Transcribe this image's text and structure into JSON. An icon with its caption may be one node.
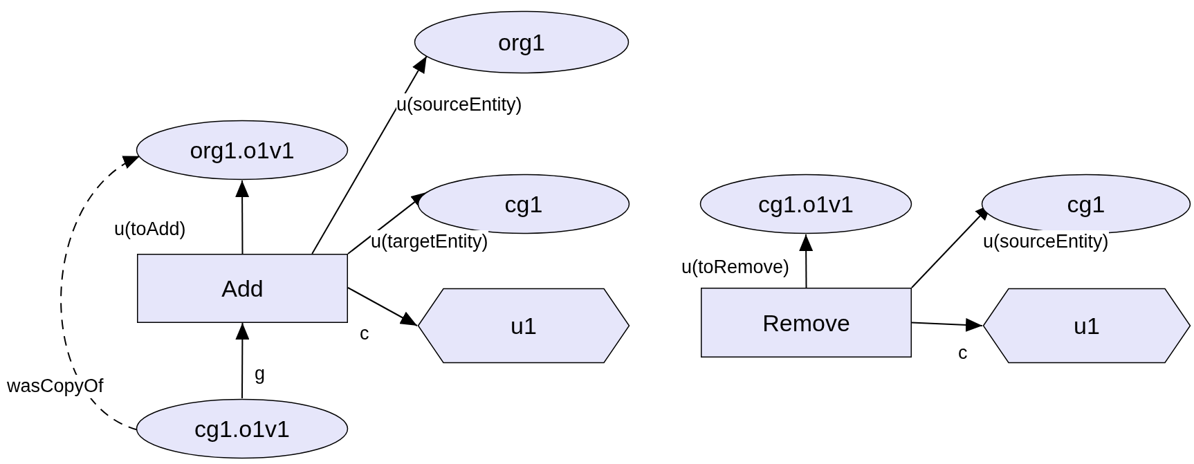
{
  "diagram": {
    "nodes": [
      {
        "text": [
          "org1"
        ]
      },
      {
        "text": [
          "org1.o1v1"
        ]
      },
      {
        "text": [
          "cg1"
        ]
      },
      {
        "text": [
          "Add"
        ]
      },
      {
        "text": [
          "u1"
        ]
      },
      {
        "text": [
          "cg1.o1v1"
        ]
      },
      {
        "text": [
          "cg1.o1v1"
        ]
      },
      {
        "text": [
          "cg1"
        ]
      },
      {
        "text": [
          "Remove"
        ]
      },
      {
        "text": [
          "u1"
        ]
      }
    ],
    "edges": [
      {
        "from": 3,
        "to": 1,
        "arrow": "to",
        "label": "u(toAdd)"
      },
      {
        "from": 3,
        "to": 0,
        "arrow": "to",
        "label": "u(sourceEntity)"
      },
      {
        "from": 3,
        "to": 2,
        "arrow": "to",
        "label": "u(targetEntity)"
      },
      {
        "from": 3,
        "to": 4,
        "arrow": "to",
        "label": "c"
      },
      {
        "from": 5,
        "to": 3,
        "arrow": "to",
        "label": "g"
      },
      {
        "from": 5,
        "to": 1,
        "arrow": "to",
        "label": "wasCopyOf",
        "style": "dashed"
      },
      {
        "from": 8,
        "to": 6,
        "arrow": "to",
        "label": "u(toRemove)"
      },
      {
        "from": 8,
        "to": 7,
        "arrow": "to",
        "label": "u(sourceEntity)"
      },
      {
        "from": 8,
        "to": 9,
        "arrow": "to",
        "label": "c"
      }
    ]
  }
}
